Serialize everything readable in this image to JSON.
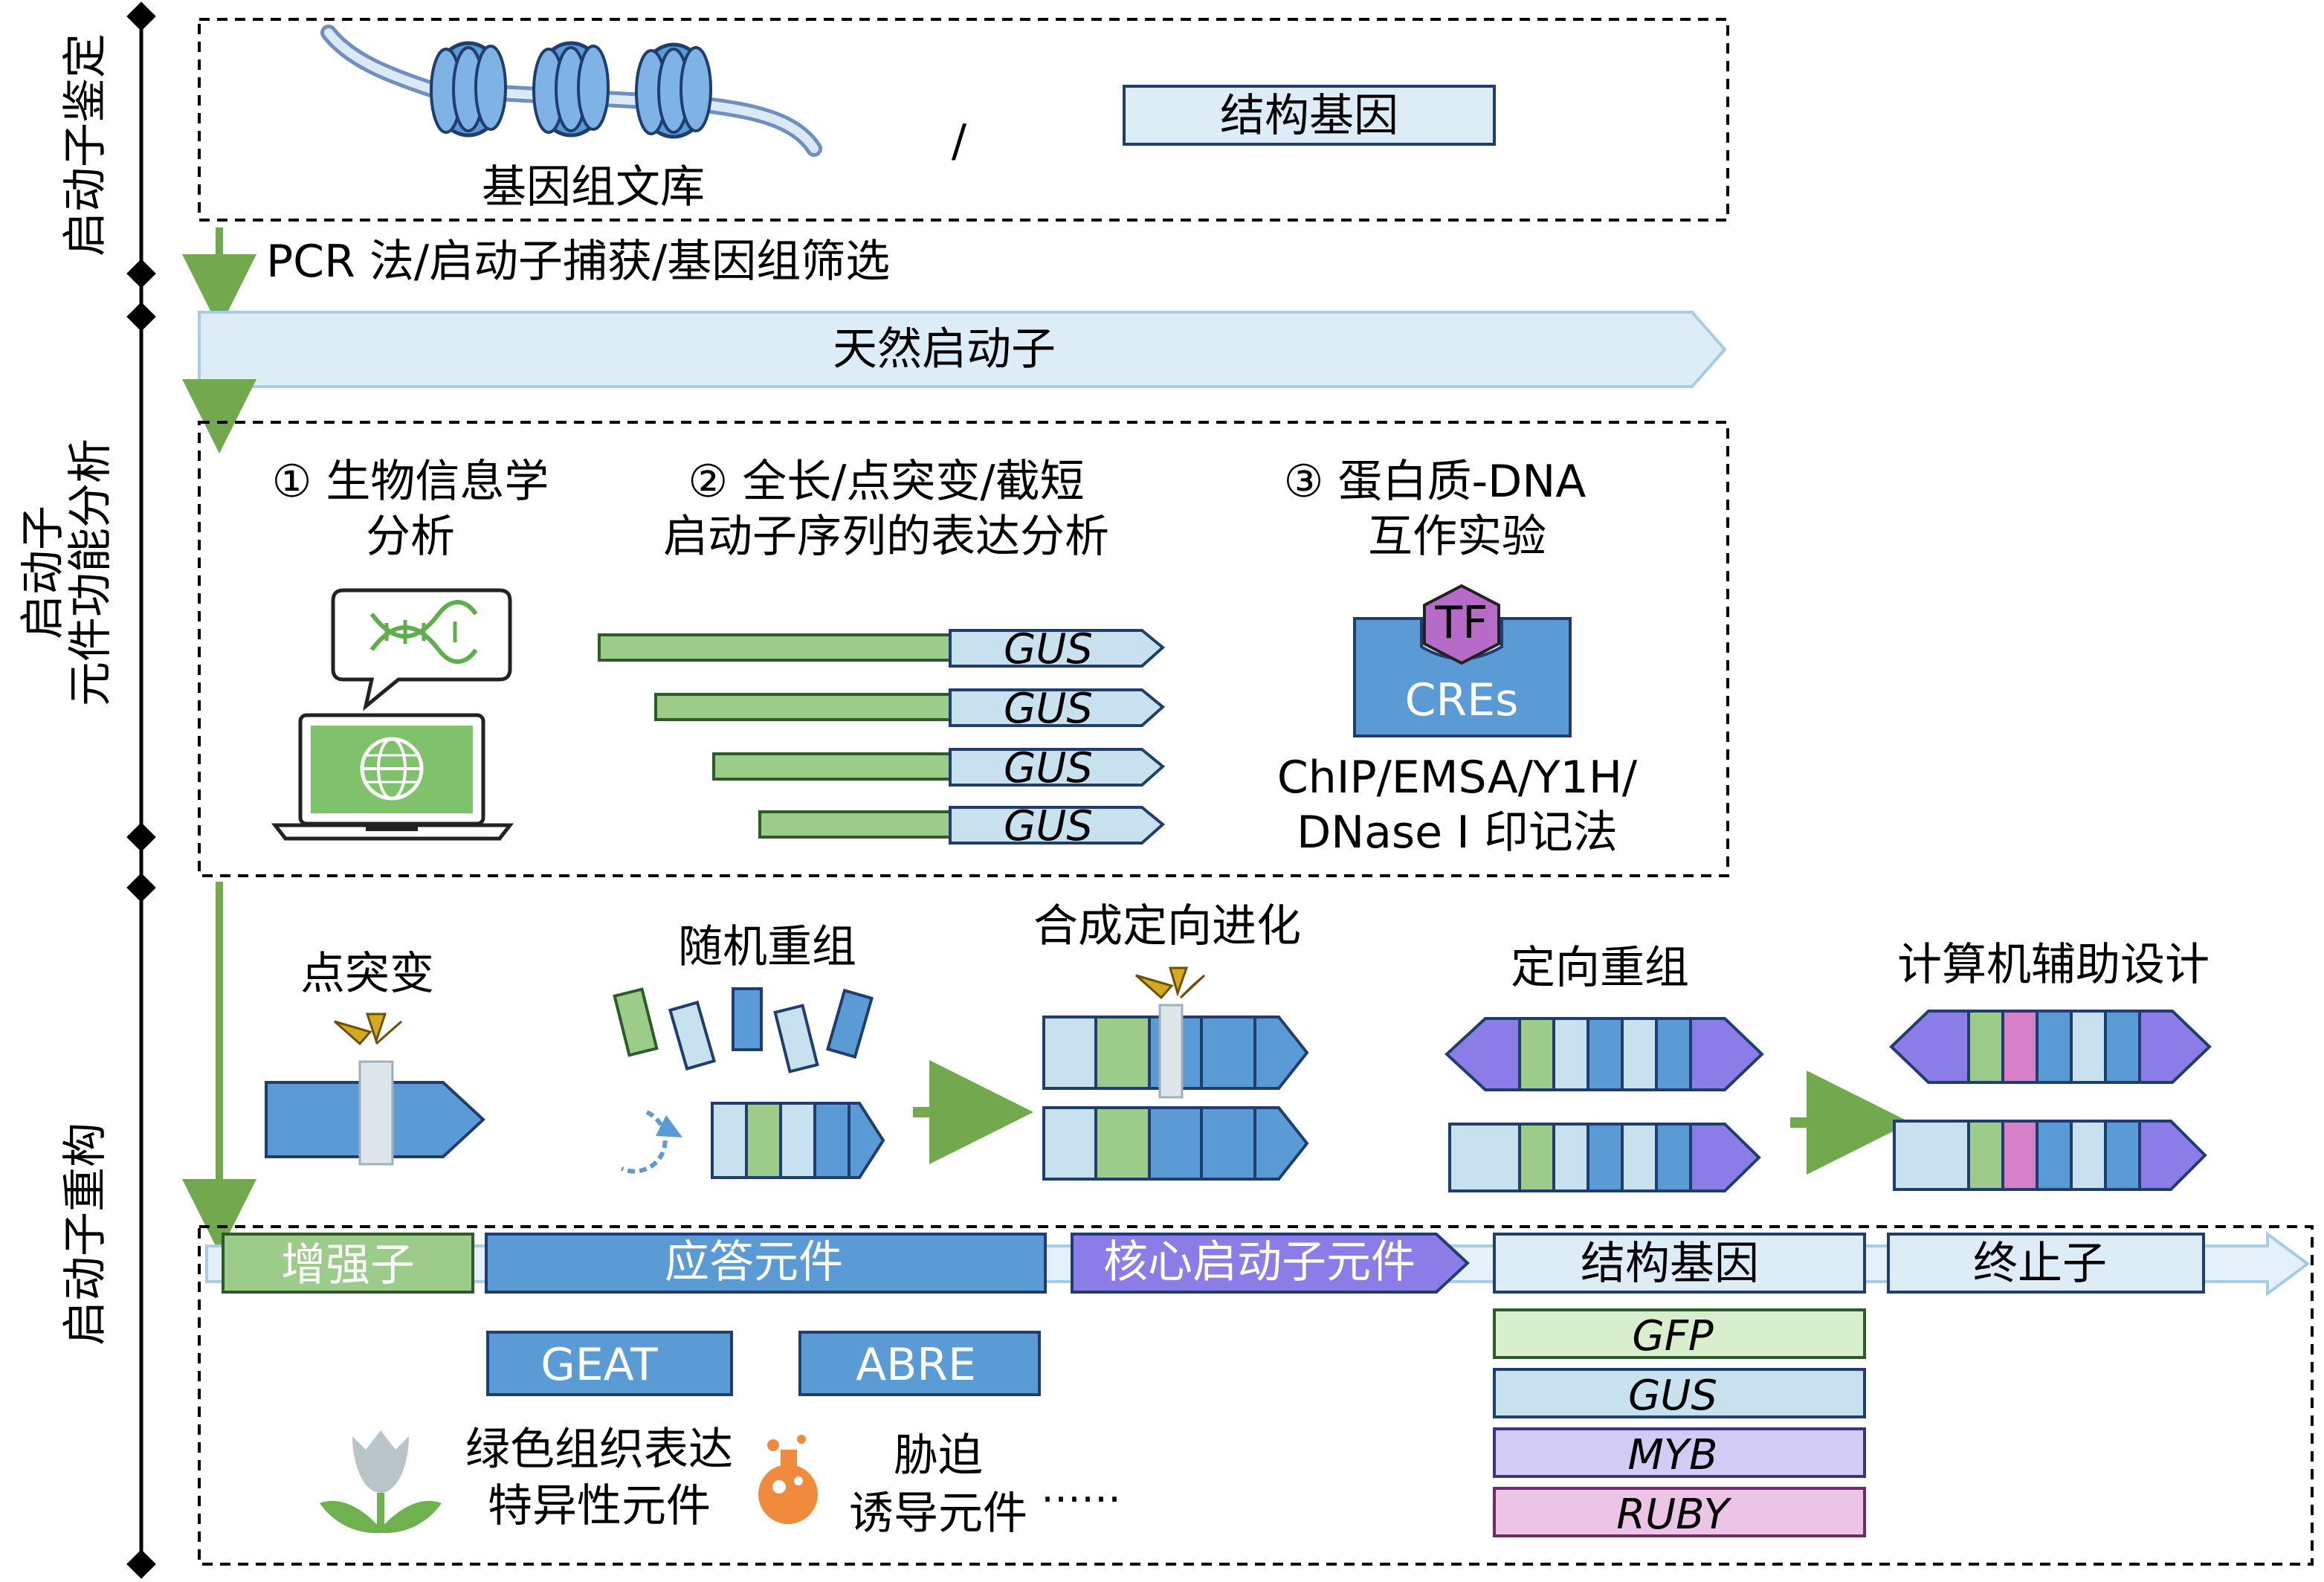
{
  "sections": {
    "identification": "启动子鉴定",
    "analysis_line1": "启动子",
    "analysis_line2": "元件功能分析",
    "reconstruction": "启动子重构"
  },
  "identification": {
    "genome_library": "基因组文库",
    "slash": "/",
    "structural_gene": "结构基因",
    "methods": "PCR 法/启动子捕获/基因组筛选"
  },
  "natural_promoter": "天然启动子",
  "analysis": {
    "bioinfo_line1": "① 生物信息学",
    "bioinfo_line2": "分析",
    "expr_line1": "② 全长/点突变/截短",
    "expr_line2": "启动子序列的表达分析",
    "reporter": "GUS",
    "protein_line1": "③ 蛋白质-DNA",
    "protein_line2": "互作实验",
    "tf_label": "TF",
    "cre_label": "CREs",
    "assays_line1": "ChIP/EMSA/Y1H/",
    "assays_line2": "DNase I 印记法"
  },
  "reconstruction": {
    "point_mutation": "点突变",
    "random_recombination": "随机重组",
    "directed_evolution": "合成定向进化",
    "directed_recombination": "定向重组",
    "computer_design": "计算机辅助设计"
  },
  "architecture": {
    "enhancer": "增强子",
    "response_elements": "应答元件",
    "core_promoter": "核心启动子元件",
    "structural_gene": "结构基因",
    "terminator": "终止子",
    "geat": "GEAT",
    "abre": "ABRE",
    "green_tissue_line1": "绿色组织表达",
    "green_tissue_line2": "特异性元件",
    "stress_line1": "胁迫",
    "stress_line2": "诱导元件",
    "ellipsis": "……",
    "reporters": [
      "GFP",
      "GUS",
      "MYB",
      "RUBY"
    ]
  },
  "colors": {
    "green": "#9ccc8a",
    "blue": "#5b9bd5",
    "light_blue": "#c7e1ef",
    "purple": "#8a7de8",
    "pink": "#d580c8",
    "arrow_green": "#72a84e",
    "gold": "#d4aa1f",
    "orange": "#f08a3c"
  }
}
